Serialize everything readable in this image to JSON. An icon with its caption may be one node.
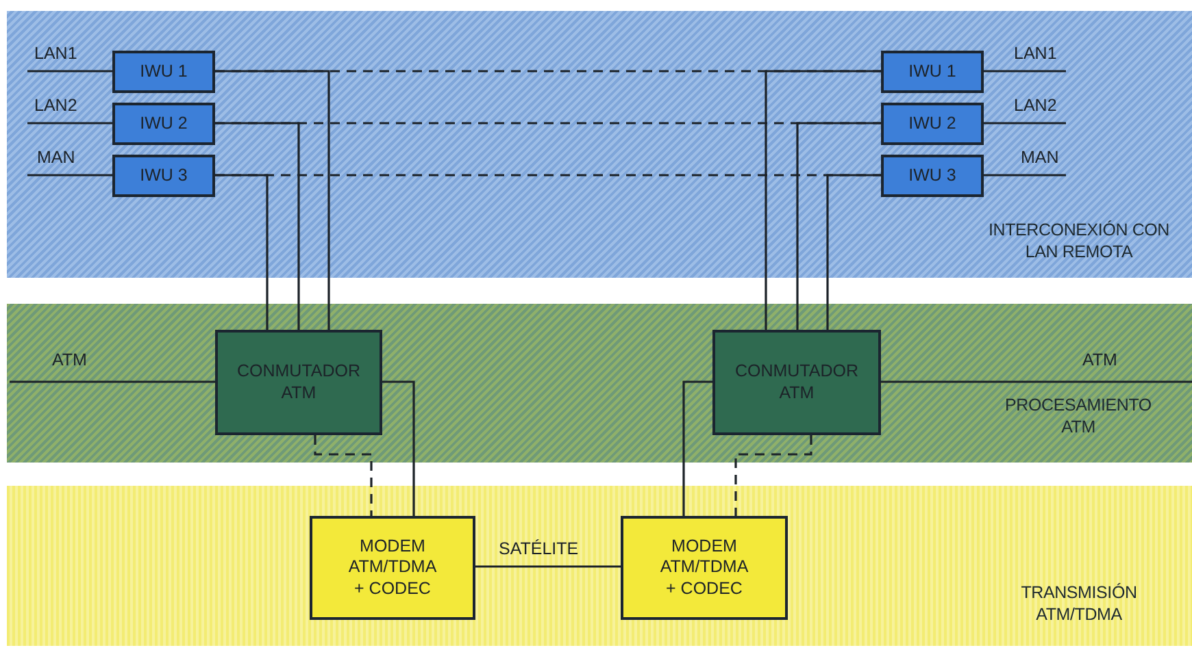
{
  "diagram": {
    "nodes": [
      {
        "text": [
          "INTERCONEXIÓN CON LAN REMOTA"
        ]
      },
      {
        "text": [
          "PROCESAMIENTO ATM"
        ]
      },
      {
        "text": [
          "TRANSMISIÓN ATM/TDMA"
        ]
      },
      {
        "text": [
          "IWU 1"
        ],
        "in": 0
      },
      {
        "text": [
          "IWU 2"
        ],
        "in": 0
      },
      {
        "text": [
          "IWU 3"
        ],
        "in": 0
      },
      {
        "text": [
          "IWU 1"
        ],
        "in": 0
      },
      {
        "text": [
          "IWU 2"
        ],
        "in": 0
      },
      {
        "text": [
          "IWU 3"
        ],
        "in": 0
      },
      {
        "text": [
          "CONMUTADOR ATM"
        ],
        "in": 1
      },
      {
        "text": [
          "CONMUTADOR ATM"
        ],
        "in": 1
      },
      {
        "text": [
          "MODEM ATM/TDMA + CODEC"
        ],
        "in": 2
      },
      {
        "text": [
          "MODEM ATM/TDMA + CODEC"
        ],
        "in": 2
      }
    ],
    "edges": [
      {
        "from": null,
        "to": 3,
        "arrow": "none",
        "label": "LAN1"
      },
      {
        "from": null,
        "to": 4,
        "arrow": "none",
        "label": "LAN2"
      },
      {
        "from": null,
        "to": 5,
        "arrow": "none",
        "label": "MAN"
      },
      {
        "from": null,
        "to": 6,
        "arrow": "none",
        "label": "LAN1"
      },
      {
        "from": null,
        "to": 7,
        "arrow": "none",
        "label": "LAN2"
      },
      {
        "from": null,
        "to": 8,
        "arrow": "none",
        "label": "MAN"
      },
      {
        "from": 3,
        "to": 9,
        "arrow": "none"
      },
      {
        "from": 4,
        "to": 9,
        "arrow": "none"
      },
      {
        "from": 5,
        "to": 9,
        "arrow": "none"
      },
      {
        "from": 6,
        "to": 10,
        "arrow": "none"
      },
      {
        "from": 7,
        "to": 10,
        "arrow": "none"
      },
      {
        "from": 8,
        "to": 10,
        "arrow": "none"
      },
      {
        "from": 3,
        "to": 6,
        "arrow": "none",
        "style": "dashed"
      },
      {
        "from": 4,
        "to": 7,
        "arrow": "none",
        "style": "dashed"
      },
      {
        "from": 5,
        "to": 8,
        "arrow": "none",
        "style": "dashed"
      },
      {
        "from": null,
        "to": 9,
        "arrow": "none",
        "label": "ATM"
      },
      {
        "from": null,
        "to": 10,
        "arrow": "none",
        "label": "ATM"
      },
      {
        "from": 9,
        "to": 11,
        "arrow": "none"
      },
      {
        "from": 9,
        "to": 11,
        "arrow": "none",
        "style": "dashed"
      },
      {
        "from": 10,
        "to": 12,
        "arrow": "none"
      },
      {
        "from": 10,
        "to": 12,
        "arrow": "none",
        "style": "dashed"
      },
      {
        "from": 11,
        "to": 12,
        "arrow": "none",
        "label": "SATÉLITE"
      }
    ]
  }
}
